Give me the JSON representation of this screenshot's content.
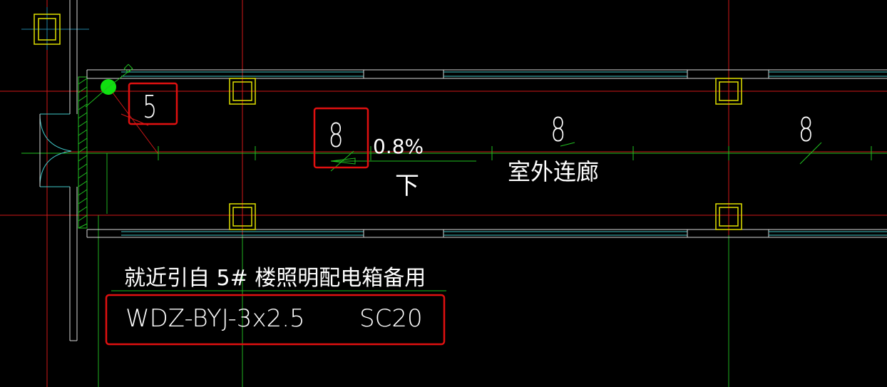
{
  "drawing": {
    "background": "#000000",
    "colors": {
      "axis_red": "#d01818",
      "wall_cyan": "#40c8c8",
      "wall_white": "#d8d8d8",
      "wire_green": "#20d020",
      "column_yellow": "#e0e000",
      "highlight_red": "#e01010",
      "fixture_green": "#10e010",
      "text_white": "#ffffff"
    },
    "labels": {
      "circuit_5": "5",
      "circuit_8_highlighted": "8",
      "circuit_8_middle": "8",
      "circuit_8_right": "8",
      "slope": "0.8%",
      "direction": "下",
      "area_name": "室外连廊",
      "note_line1": "就近引自  5# 楼照明配电箱备用",
      "cable_spec": "WDZ-BYJ-3x2.5",
      "conduit_spec": "SC20"
    }
  }
}
